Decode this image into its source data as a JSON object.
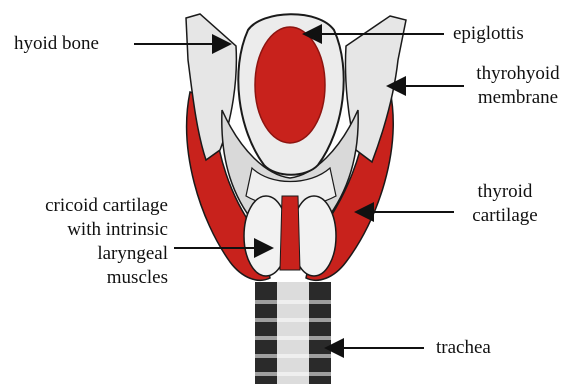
{
  "diagram": {
    "colors": {
      "muscle": "#c8221c",
      "muscle_dark": "#8e1410",
      "cartilage": "#e6e6e6",
      "outline": "#1a1a1a",
      "trachea_dark": "#2a2a2a"
    },
    "labels": {
      "hyoid_bone": "hyoid bone",
      "epiglottis": "epiglottis",
      "thyrohyoid_line1": "thyrohyoid",
      "thyrohyoid_line2": "membrane",
      "thyroid_line1": "thyroid",
      "thyroid_line2": "cartilage",
      "cricoid_line1": "cricoid cartilage",
      "cricoid_line2": "with intrinsic",
      "cricoid_line3": "laryngeal",
      "cricoid_line4": "muscles",
      "trachea": "trachea"
    }
  }
}
